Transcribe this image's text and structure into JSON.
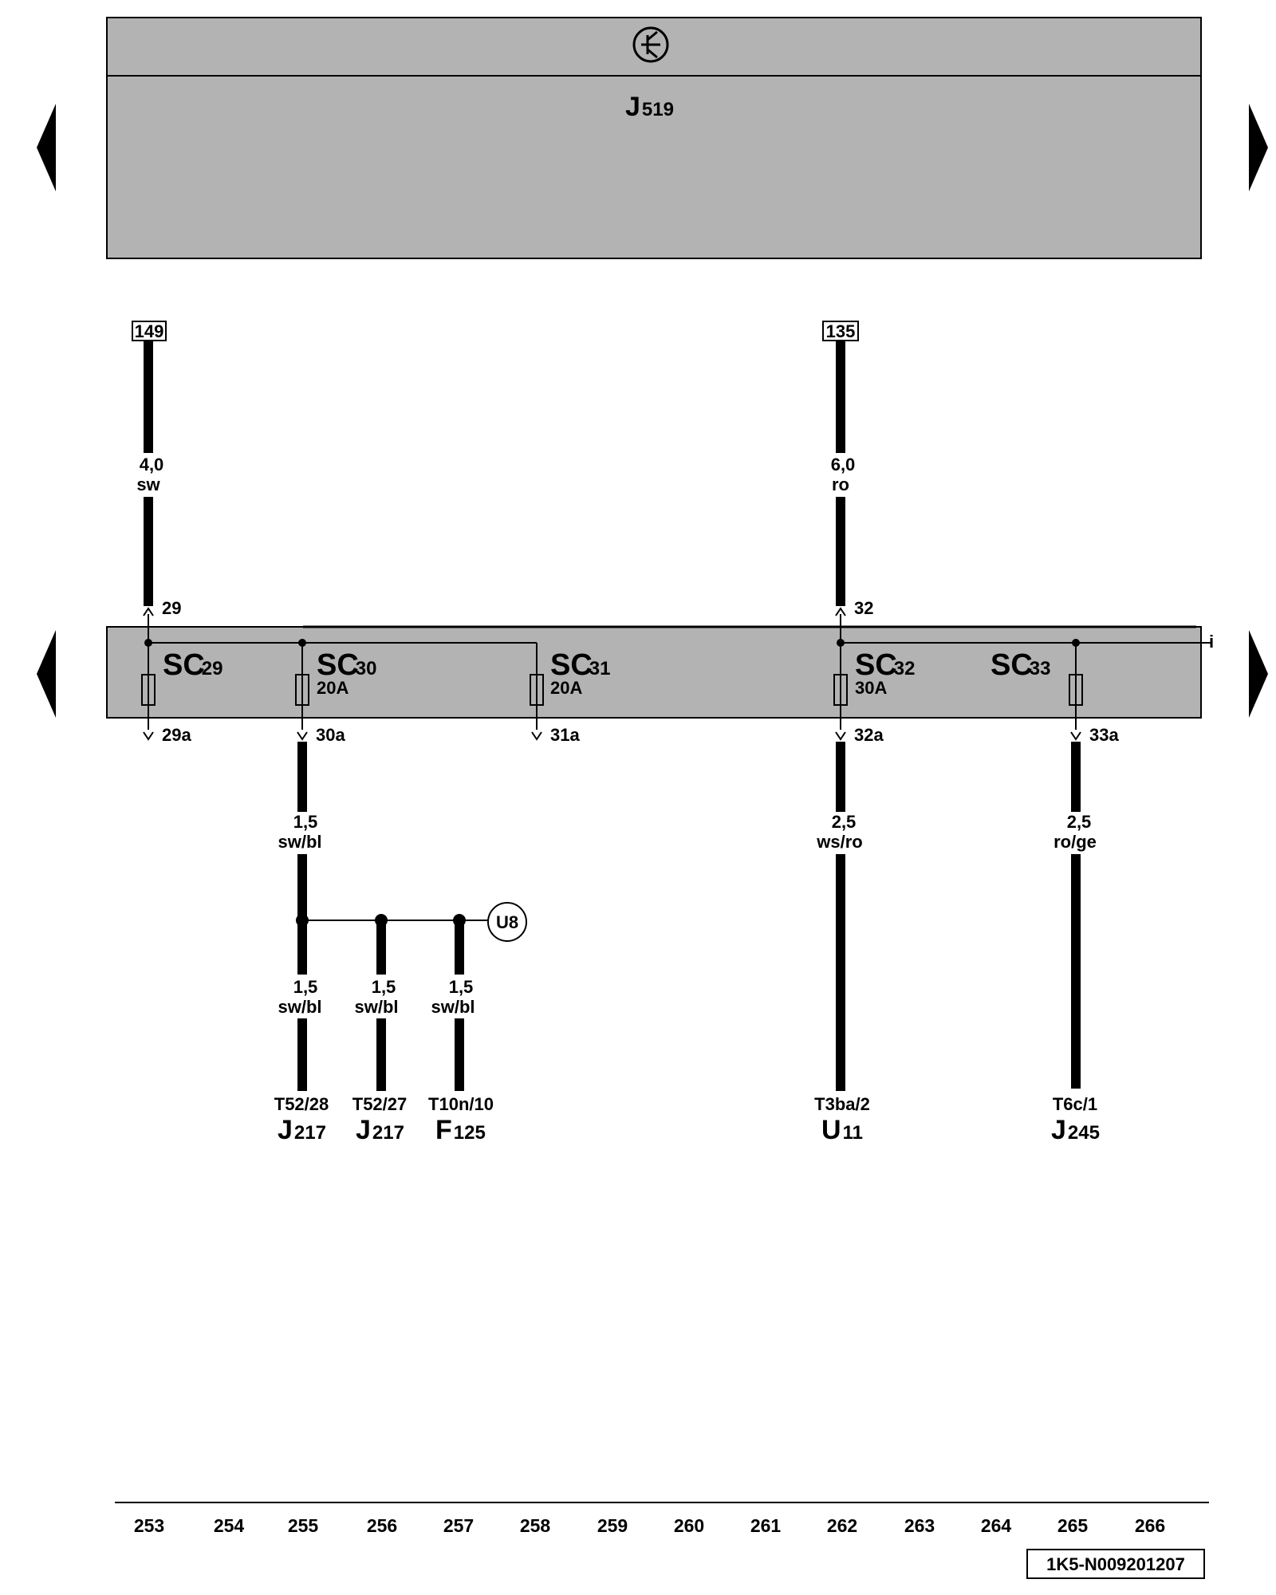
{
  "top_module": {
    "id": "J",
    "sub": "519"
  },
  "fuse_block": {
    "fuses": [
      {
        "id": "SC",
        "sub": "29",
        "rating": ""
      },
      {
        "id": "SC",
        "sub": "30",
        "rating": "20A"
      },
      {
        "id": "SC",
        "sub": "31",
        "rating": "20A"
      },
      {
        "id": "SC",
        "sub": "32",
        "rating": "30A"
      },
      {
        "id": "SC",
        "sub": "33",
        "rating": ""
      }
    ],
    "right_edge_mark": "i"
  },
  "inputs": [
    {
      "ref": "149",
      "size": "4,0",
      "color": "sw",
      "pin": "29"
    },
    {
      "ref": "135",
      "size": "6,0",
      "color": "ro",
      "pin": "32"
    }
  ],
  "outputs": [
    {
      "pin": "29a"
    },
    {
      "pin": "30a",
      "size": "1,5",
      "color": "sw/bl"
    },
    {
      "pin": "31a"
    },
    {
      "pin": "32a",
      "size": "2,5",
      "color": "ws/ro"
    },
    {
      "pin": "33a",
      "size": "2,5",
      "color": "ro/ge"
    }
  ],
  "branches": [
    {
      "size": "1,5",
      "color": "sw/bl",
      "connector": "T52/28",
      "comp": "J",
      "comp_sub": "217"
    },
    {
      "size": "1,5",
      "color": "sw/bl",
      "connector": "T52/27",
      "comp": "J",
      "comp_sub": "217"
    },
    {
      "size": "1,5",
      "color": "sw/bl",
      "connector": "T10n/10",
      "comp": "F",
      "comp_sub": "125"
    }
  ],
  "splice": "U8",
  "end_components": [
    {
      "connector": "T3ba/2",
      "comp": "U",
      "comp_sub": "11"
    },
    {
      "connector": "T6c/1",
      "comp": "J",
      "comp_sub": "245"
    }
  ],
  "track_numbers": [
    "253",
    "254",
    "255",
    "256",
    "257",
    "258",
    "259",
    "260",
    "261",
    "262",
    "263",
    "264",
    "265",
    "266"
  ],
  "doc_id": "1K5-N009201207"
}
